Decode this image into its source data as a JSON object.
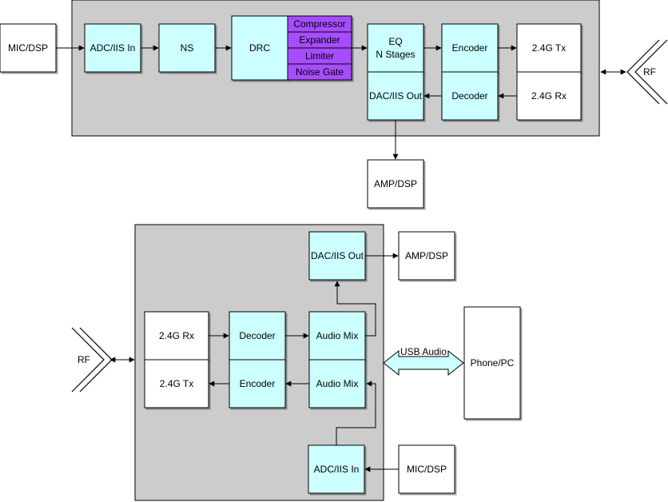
{
  "colors": {
    "panel": "#cccccc",
    "block_cyan": "#ccffff",
    "block_white": "#ffffff",
    "block_purple": "#a64dff",
    "stroke": "#000000"
  },
  "top": {
    "mic_dsp": "MIC/DSP",
    "adc_in": "ADC/IIS In",
    "ns": "NS",
    "drc": "DRC",
    "drc_modes": [
      "Compressor",
      "Expander",
      "Limiter",
      "Noise Gate"
    ],
    "eq_line1": "EQ",
    "eq_line2": "N Stages",
    "encoder": "Encoder",
    "tx": "2.4G Tx",
    "dac_out": "DAC/IIS Out",
    "decoder": "Decoder",
    "rx": "2.4G Rx",
    "rf": "RF",
    "amp_dsp": "AMP/DSP"
  },
  "bottom": {
    "dac_out": "DAC/IIS Out",
    "amp_dsp": "AMP/DSP",
    "rx": "2.4G Rx",
    "decoder": "Decoder",
    "audio_mix_1": "Audio Mix",
    "tx": "2.4G Tx",
    "encoder": "Encoder",
    "audio_mix_2": "Audio Mix",
    "rf": "RF",
    "usb_audio": "USB Audio",
    "phone_pc": "Phone/PC",
    "adc_in": "ADC/IIS In",
    "mic_dsp": "MIC/DSP"
  }
}
